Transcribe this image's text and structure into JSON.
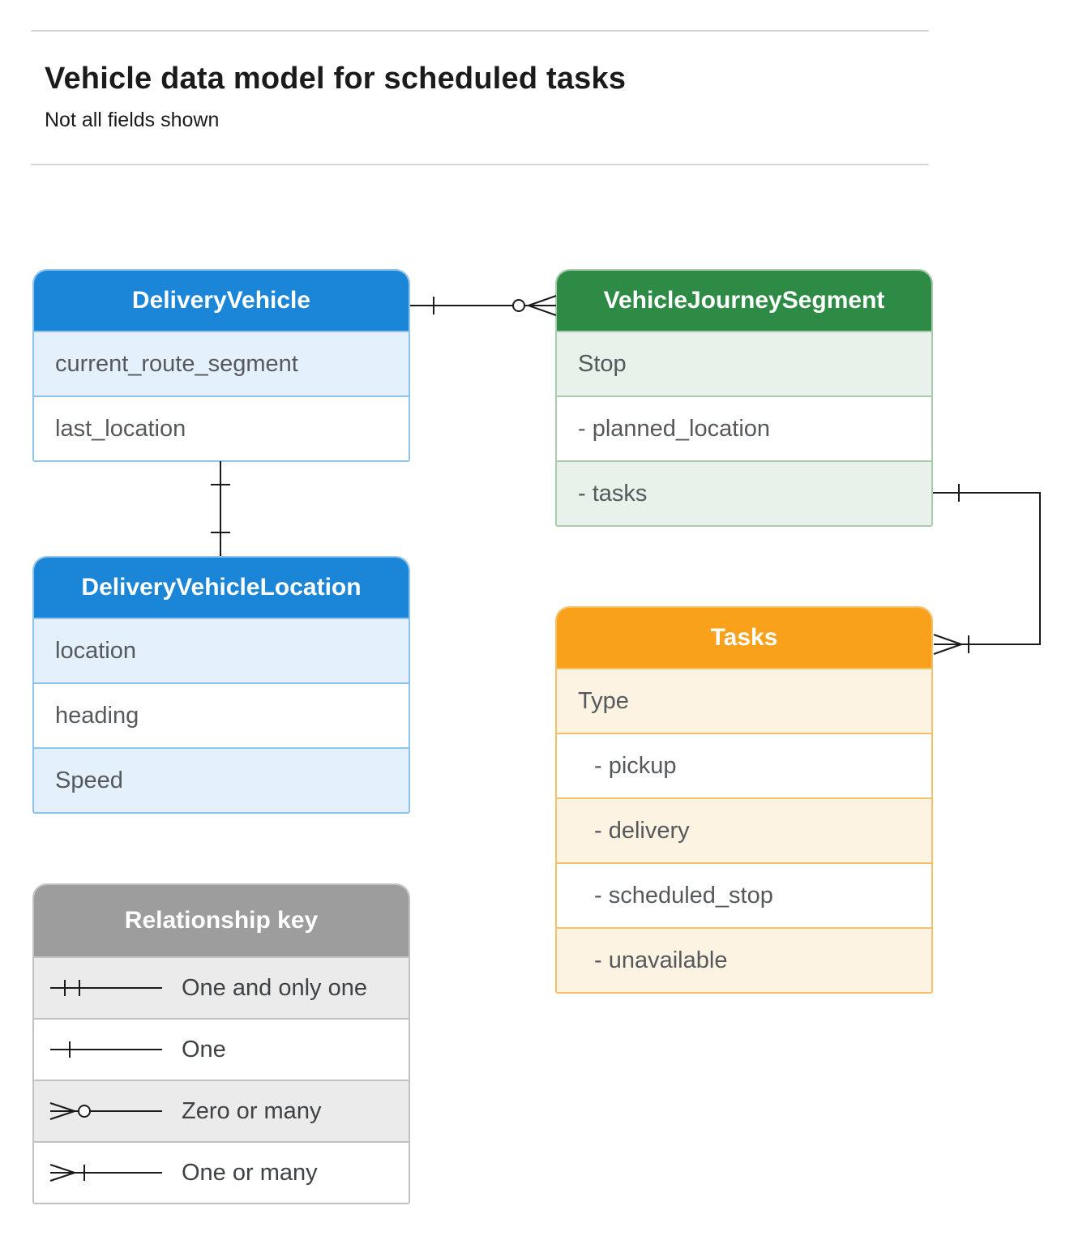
{
  "page": {
    "title": "Vehicle data model for scheduled tasks",
    "subtitle": "Not all fields shown"
  },
  "entities": {
    "delivery_vehicle": {
      "title": "DeliveryVehicle",
      "fields": [
        "current_route_segment",
        "last_location"
      ]
    },
    "vehicle_journey_segment": {
      "title": "VehicleJourneySegment",
      "fields": [
        "Stop",
        "- planned_location",
        "- tasks"
      ]
    },
    "delivery_vehicle_location": {
      "title": "DeliveryVehicleLocation",
      "fields": [
        "location",
        "heading",
        "Speed"
      ]
    },
    "tasks": {
      "title": "Tasks",
      "fields": [
        "Type",
        "- pickup",
        "- delivery",
        "- scheduled_stop",
        "- unavailable"
      ]
    }
  },
  "legend": {
    "title": "Relationship key",
    "items": [
      "One and only one",
      "One",
      "Zero or many",
      "One or many"
    ]
  },
  "relationships": [
    {
      "from": "DeliveryVehicle",
      "from_cardinality": "one",
      "to": "VehicleJourneySegment",
      "to_cardinality": "zero or many"
    },
    {
      "from": "DeliveryVehicle",
      "from_cardinality": "one",
      "to": "DeliveryVehicleLocation",
      "to_cardinality": "one"
    },
    {
      "from": "VehicleJourneySegment.tasks",
      "from_cardinality": "one",
      "to": "Tasks",
      "to_cardinality": "one or many"
    }
  ],
  "colors": {
    "blue_header": "#1b85d8",
    "green_header": "#2e8b45",
    "orange_header": "#f9a11b",
    "gray_header": "#9d9d9d",
    "blue_tint": "#e4f1fc",
    "green_tint": "#e9f2ea",
    "orange_tint": "#fdf3e2",
    "gray_tint": "#ebebeb"
  }
}
